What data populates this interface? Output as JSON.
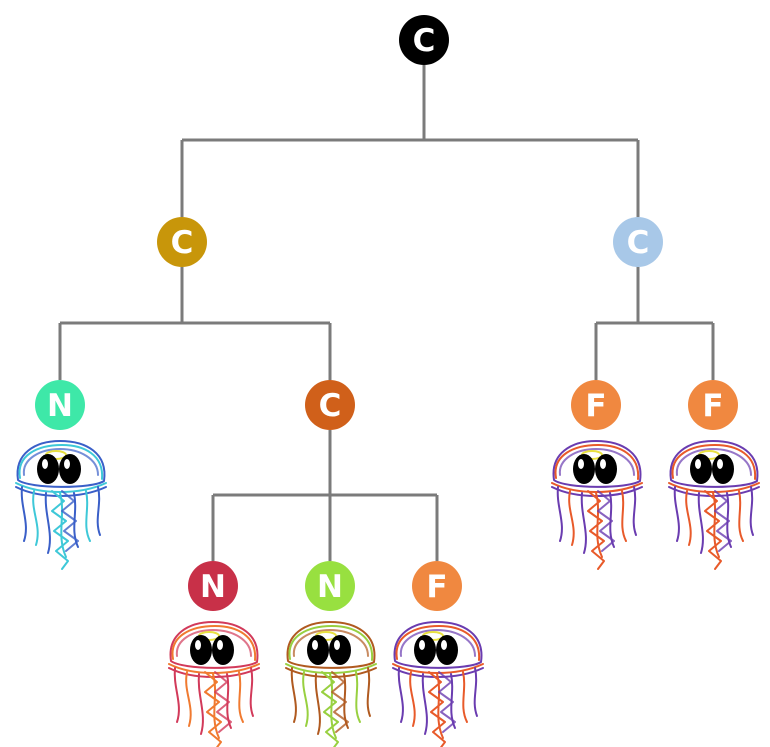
{
  "tree": {
    "nodes": [
      {
        "id": "root",
        "label": "C",
        "color": "#000000"
      },
      {
        "id": "c-gold",
        "label": "C",
        "color": "#c8960a"
      },
      {
        "id": "c-lightblue",
        "label": "C",
        "color": "#a8c8e8"
      },
      {
        "id": "n-teal",
        "label": "N",
        "color": "#3ee8a8",
        "jelly": {
          "outline": "#3a5fc8",
          "accent": "#3ec8d8"
        }
      },
      {
        "id": "c-orange",
        "label": "C",
        "color": "#d0601a"
      },
      {
        "id": "f-right-1",
        "label": "F",
        "color": "#f08840",
        "jelly": {
          "outline": "#6a3cb0",
          "accent": "#e85a2a"
        }
      },
      {
        "id": "f-right-2",
        "label": "F",
        "color": "#f08840",
        "jelly": {
          "outline": "#6a3cb0",
          "accent": "#e85a2a"
        }
      },
      {
        "id": "n-red",
        "label": "N",
        "color": "#c83048",
        "jelly": {
          "outline": "#d23a5a",
          "accent": "#f07a30"
        }
      },
      {
        "id": "n-lime",
        "label": "N",
        "color": "#98e040",
        "jelly": {
          "outline": "#b05a20",
          "accent": "#98d040"
        }
      },
      {
        "id": "f-bottom",
        "label": "F",
        "color": "#f08840",
        "jelly": {
          "outline": "#6a3cb0",
          "accent": "#e85a2a"
        }
      }
    ],
    "edges": [
      [
        "root",
        "c-gold"
      ],
      [
        "root",
        "c-lightblue"
      ],
      [
        "c-gold",
        "n-teal"
      ],
      [
        "c-gold",
        "c-orange"
      ],
      [
        "c-lightblue",
        "f-right-1"
      ],
      [
        "c-lightblue",
        "f-right-2"
      ],
      [
        "c-orange",
        "n-red"
      ],
      [
        "c-orange",
        "n-lime"
      ],
      [
        "c-orange",
        "f-bottom"
      ]
    ]
  }
}
